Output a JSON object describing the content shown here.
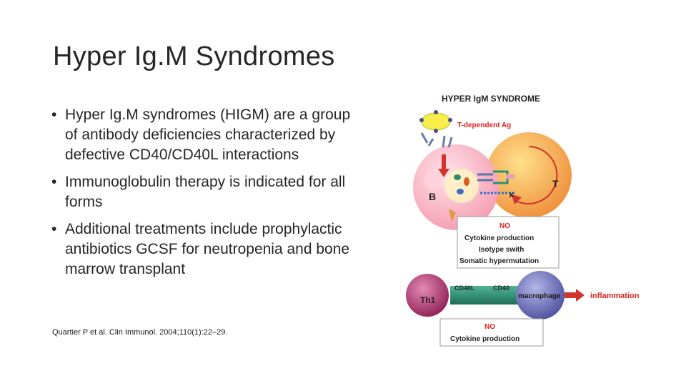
{
  "slide": {
    "title": "Hyper Ig.M Syndromes",
    "bullets": [
      "Hyper Ig.M syndromes (HIGM) are a group of antibody deficiencies characterized by defective CD40/CD40L interactions",
      "Immunoglobulin therapy is indicated for all forms",
      "Additional treatments include prophylactic antibiotics GCSF for neutropenia and bone marrow transplant"
    ],
    "citation": "Quartier P et al. Clin Immunol. 2004;110(1):22–29."
  },
  "figure": {
    "heading": "HYPER IgM SYNDROME",
    "antigen_label": "T-dependent Ag",
    "b_cell_label": "B",
    "t_cell_label": "T",
    "box1": {
      "no": "NO",
      "line1": "Cytokine production",
      "line2": "Isotype swith",
      "line3": "Somatic hypermutation"
    },
    "th1_label": "Th1",
    "cd40l_label": "CD40L",
    "cd40_label": "CD40",
    "macrophage_label": "macrophage",
    "inflammation_label": "inflammation",
    "box2": {
      "no": "NO",
      "line1": "Cytokine production"
    },
    "colors": {
      "red_text": "#e0201e",
      "b_cell": "#f6b3c0",
      "t_cell": "#f3a24a",
      "th1": "#a8306a",
      "macrophage": "#6d6fb8",
      "bar": "#2b8f75"
    }
  }
}
